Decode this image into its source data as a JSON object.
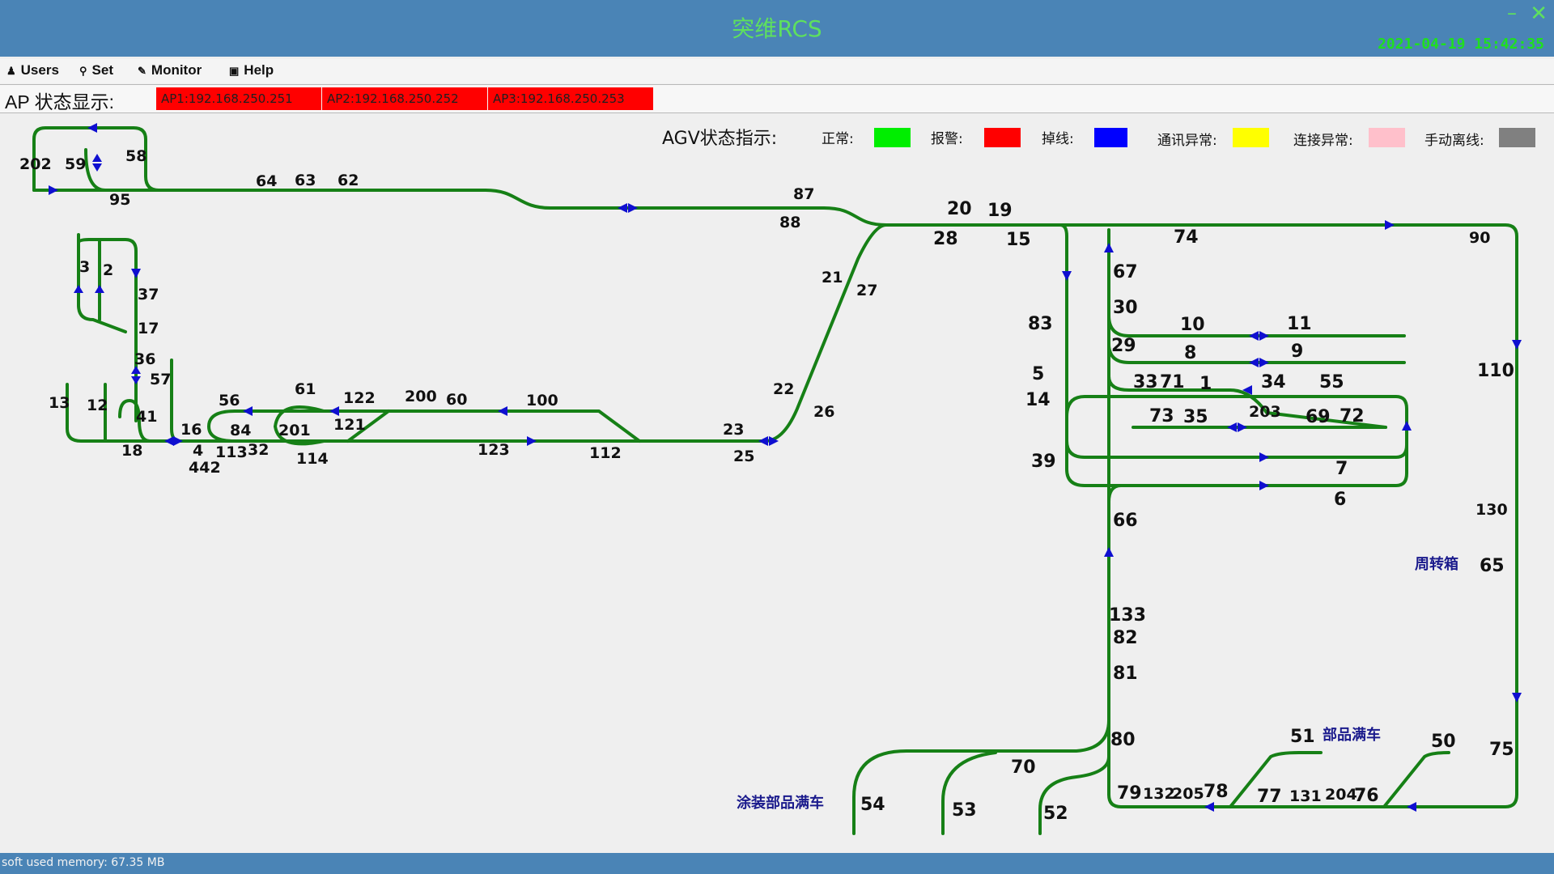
{
  "window": {
    "title": "突维RCS",
    "clock": "2021-04-19 15:42:35",
    "minimize_glyph": "–",
    "close_glyph": "✕"
  },
  "menu": [
    {
      "label": "Users",
      "icon": "user-icon"
    },
    {
      "label": "Set",
      "icon": "link-icon"
    },
    {
      "label": "Monitor",
      "icon": "wrench-icon"
    },
    {
      "label": "Help",
      "icon": "help-icon"
    }
  ],
  "ap_status": {
    "label": "AP 状态显示:",
    "items": [
      "AP1:192.168.250.251",
      "AP2:192.168.250.252",
      "AP3:192.168.250.253"
    ],
    "color": "#ff0000"
  },
  "legend": {
    "title": "AGV状态指示:",
    "items": [
      {
        "label": "正常:",
        "color": "#00ee00"
      },
      {
        "label": "报警:",
        "color": "#ff0000"
      },
      {
        "label": "掉线:",
        "color": "#0000ff"
      },
      {
        "label": "通讯异常:",
        "color": "#ffff00"
      },
      {
        "label": "连接异常:",
        "color": "#ffc0cb"
      },
      {
        "label": "手动离线:",
        "color": "#808080"
      }
    ]
  },
  "areas": {
    "painting_full": "涂装部品满车",
    "parts_full": "部品满车",
    "turnover_box": "周转箱"
  },
  "nodes": [
    "202",
    "59",
    "58",
    "95",
    "64",
    "63",
    "62",
    "87",
    "88",
    "20",
    "19",
    "28",
    "15",
    "74",
    "90",
    "67",
    "30",
    "10",
    "11",
    "83",
    "29",
    "8",
    "9",
    "5",
    "33",
    "71",
    "1",
    "34",
    "55",
    "110",
    "14",
    "73",
    "35",
    "203",
    "69",
    "72",
    "39",
    "7",
    "6",
    "66",
    "130",
    "65",
    "21",
    "27",
    "22",
    "26",
    "23",
    "25",
    "3",
    "2",
    "37",
    "17",
    "36",
    "57",
    "13",
    "12",
    "41",
    "18",
    "16",
    "4",
    "442",
    "56",
    "84",
    "113",
    "32",
    "201",
    "114",
    "61",
    "122",
    "121",
    "200",
    "60",
    "100",
    "123",
    "112",
    "133",
    "82",
    "81",
    "80",
    "70",
    "79",
    "132",
    "205",
    "78",
    "77",
    "131",
    "204",
    "76",
    "51",
    "50",
    "75",
    "54",
    "53",
    "52"
  ],
  "colors": {
    "track": "#168016",
    "arrow": "#0f0fd0",
    "titlebar": "#4a84b6"
  },
  "status": {
    "memory": "soft used memory:  67.35 MB"
  }
}
